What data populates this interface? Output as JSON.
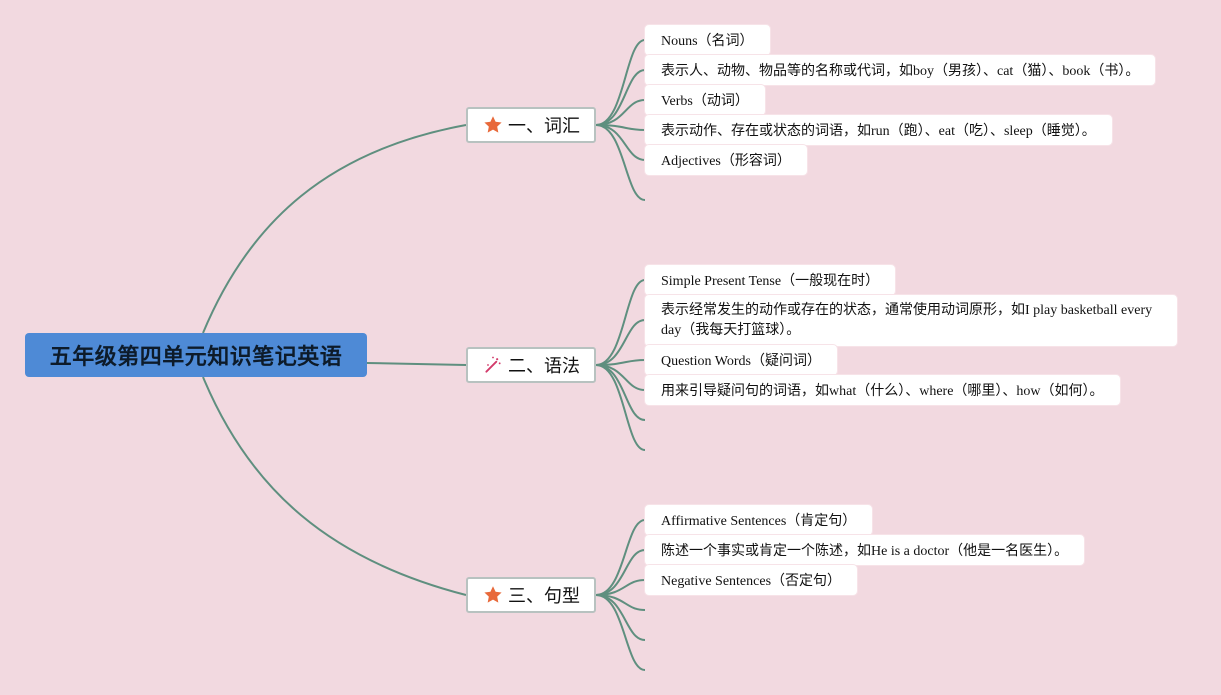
{
  "root": {
    "title": "五年级第四单元知识笔记英语"
  },
  "branches": [
    {
      "label": "一、词汇",
      "icon": "star-icon",
      "leaves": [
        "Nouns（名词）",
        "表示人、动物、物品等的名称或代词，如boy（男孩）、cat（猫）、book（书）。",
        "Verbs（动词）",
        "表示动作、存在或状态的词语，如run（跑）、eat（吃）、sleep（睡觉）。",
        "Adjectives（形容词）"
      ]
    },
    {
      "label": "二、语法",
      "icon": "magic-wand-icon",
      "leaves": [
        "Simple Present Tense（一般现在时）",
        "表示经常发生的动作或存在的状态，通常使用动词原形，如I play basketball every day（我每天打篮球）。",
        "Question Words（疑问词）",
        "用来引导疑问句的词语，如what（什么）、where（哪里）、how（如何）。"
      ]
    },
    {
      "label": "三、句型",
      "icon": "star-icon",
      "leaves": [
        "Affirmative Sentences（肯定句）",
        "陈述一个事实或肯定一个陈述，如He is a doctor（他是一名医生）。",
        "Negative Sentences（否定句）"
      ]
    }
  ],
  "colors": {
    "background": "#f2d9e0",
    "root": "#4e8ad6",
    "connector": "#5f8f7f",
    "star": "#e8693a"
  }
}
